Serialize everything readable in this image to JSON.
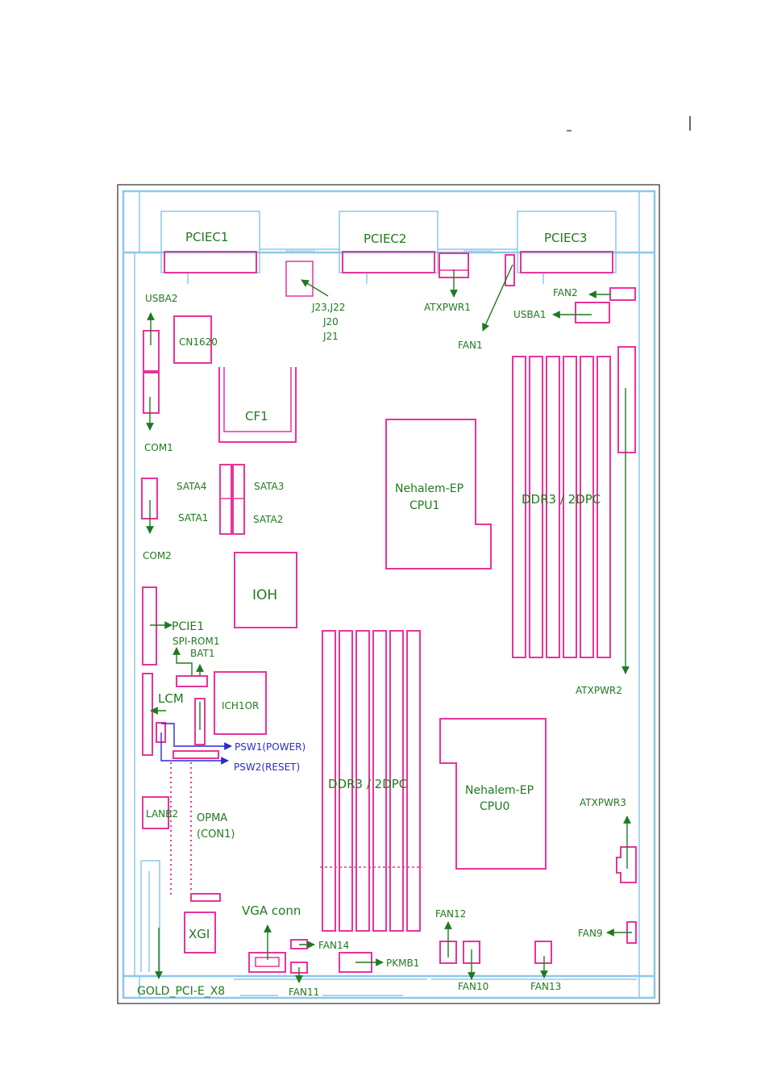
{
  "labels": {
    "pciec1": "PCIEC1",
    "pciec2": "PCIEC2",
    "pciec3": "PCIEC3",
    "usba2": "USBA2",
    "cn1620": "CN1620",
    "j23_j22": "J23,J22",
    "j20": "J20",
    "j21": "J21",
    "atxpwr1": "ATXPWR1",
    "fan1": "FAN1",
    "fan2": "FAN2",
    "usba1": "USBA1",
    "cf1": "CF1",
    "com1": "COM1",
    "sata4": "SATA4",
    "sata3": "SATA3",
    "sata1": "SATA1",
    "sata2": "SATA2",
    "com2": "COM2",
    "cpu1_line1": "Nehalem-EP",
    "cpu1_line2": "CPU1",
    "ddr3_upper": "DDR3 / 2DPC",
    "ioh": "IOH",
    "pcie1": "PCIE1",
    "spi_rom1": "SPI-ROM1",
    "bat1": "BAT1",
    "lcm": "LCM",
    "ich10r": "ICH1OR",
    "atxpwr2": "ATXPWR2",
    "psw1": "PSW1(POWER)",
    "psw2": "PSW2(RESET)",
    "ddr3_lower": "DDR3 / 2DPC",
    "cpu0_line1": "Nehalem-EP",
    "cpu0_line2": "CPU0",
    "lanb2": "LANB2",
    "opma_line1": "OPMA",
    "opma_line2": "(CON1)",
    "atxpwr3": "ATXPWR3",
    "vga_conn": "VGA conn",
    "xgi": "XGI",
    "fan12": "FAN12",
    "fan9": "FAN9",
    "fan14": "FAN14",
    "pkmb1": "PKMB1",
    "gold_pci": "GOLD_PCI-E_X8",
    "fan11": "FAN11",
    "fan10": "FAN10",
    "fan13": "FAN13"
  },
  "colors": {
    "component": "#e8349a",
    "board_outline": "#8cc8ec",
    "label_green": "#1f7a1f",
    "label_blue": "#2a2ad0"
  }
}
